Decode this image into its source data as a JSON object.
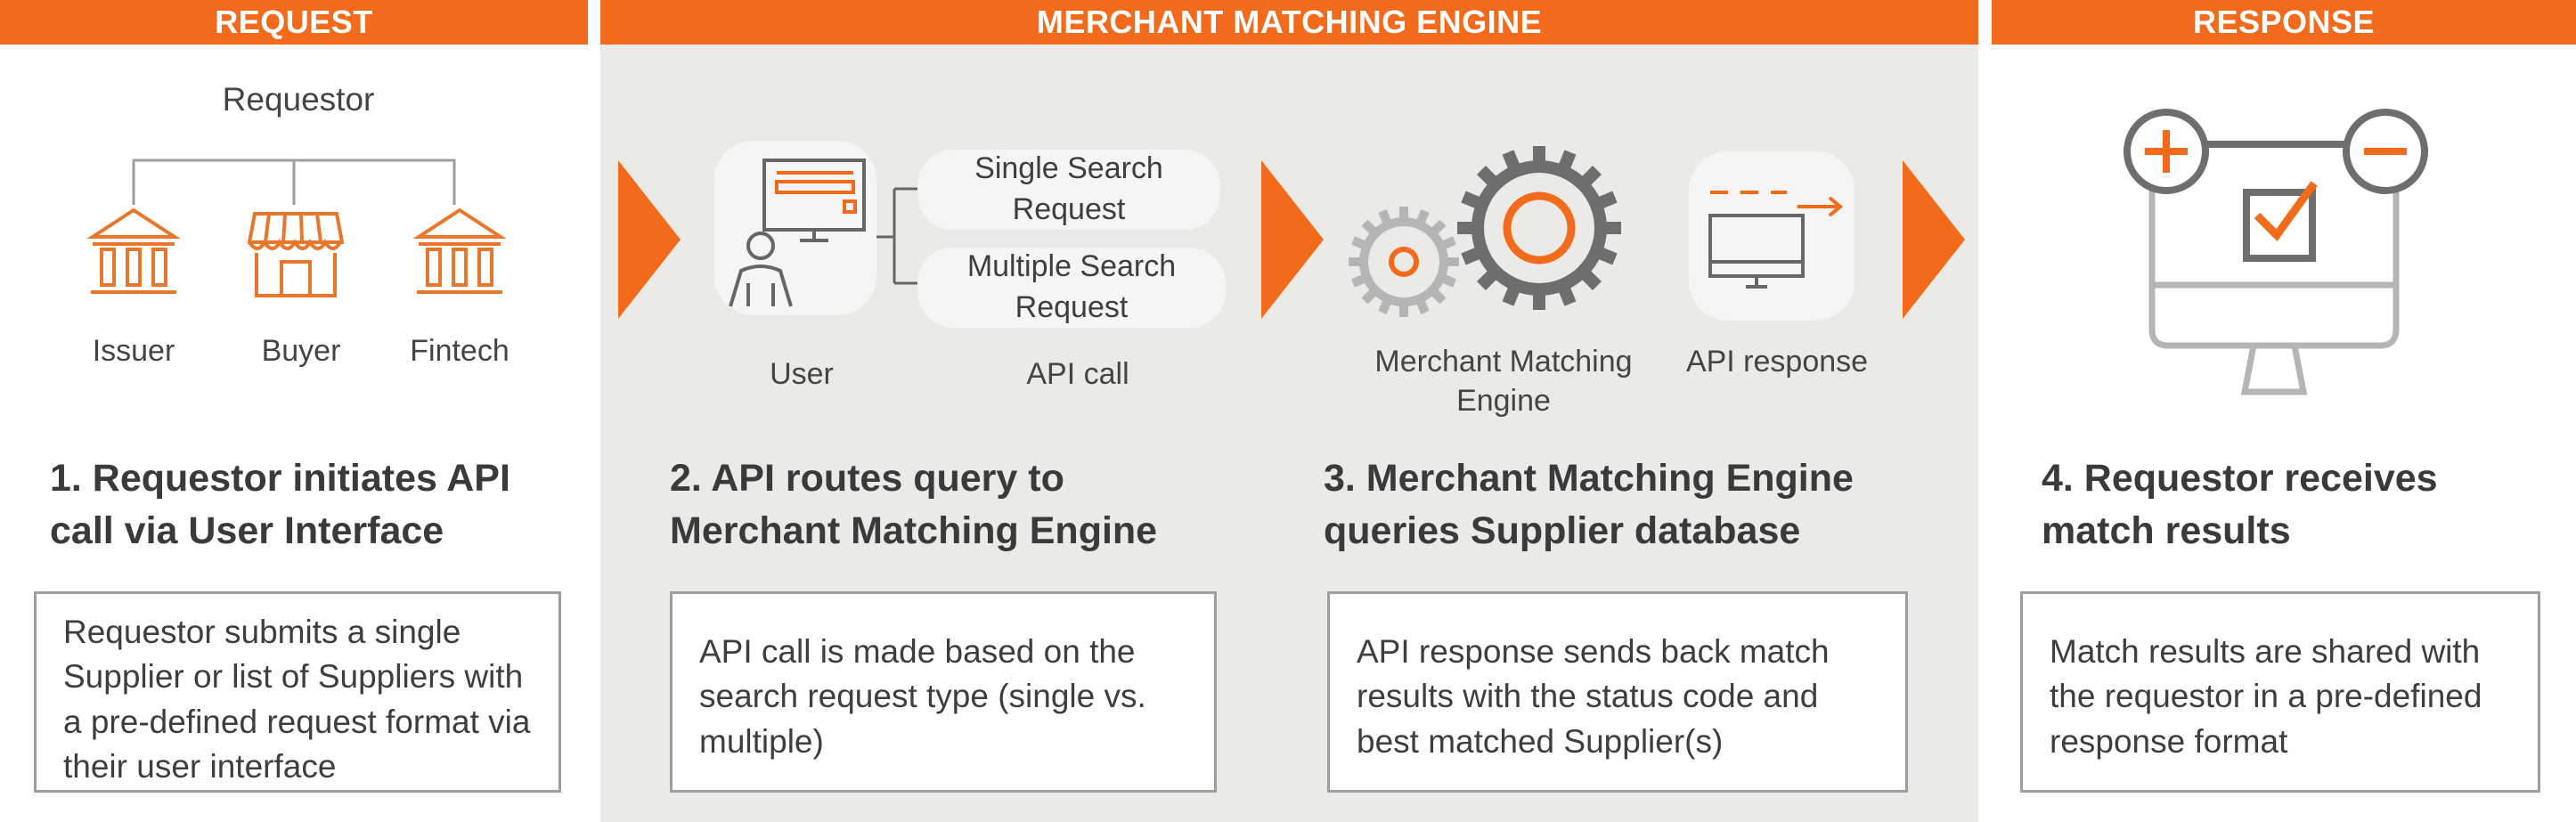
{
  "sections": {
    "request": "REQUEST",
    "engine": "MERCHANT MATCHING ENGINE",
    "response": "RESPONSE"
  },
  "request": {
    "requestor_label": "Requestor",
    "entities": [
      "Issuer",
      "Buyer",
      "Fintech"
    ],
    "heading": "1. Requestor initiates API call via User Interface",
    "description": "Requestor submits a single Supplier or list of Suppliers with a pre-defined request format via their user interface"
  },
  "routing": {
    "user_label": "User",
    "api_call_label": "API call",
    "single_search": "Single Search Request",
    "multiple_search": "Multiple Search Request",
    "heading": "2. API routes query to Merchant Matching Engine",
    "description": "API call is made based on the search request type (single vs. multiple)"
  },
  "engine": {
    "engine_label": "Merchant Matching Engine",
    "api_response_label": "API response",
    "heading": "3. Merchant Matching Engine queries Supplier database",
    "description": "API response sends back match results with the status code and best matched Supplier(s)"
  },
  "response": {
    "heading": "4. Requestor receives match results",
    "description": "Match results are shared with the requestor in a pre-defined response format"
  },
  "colors": {
    "accent": "#f26b1d",
    "grey_icon": "#666666",
    "panel_bg": "#eceae7"
  }
}
